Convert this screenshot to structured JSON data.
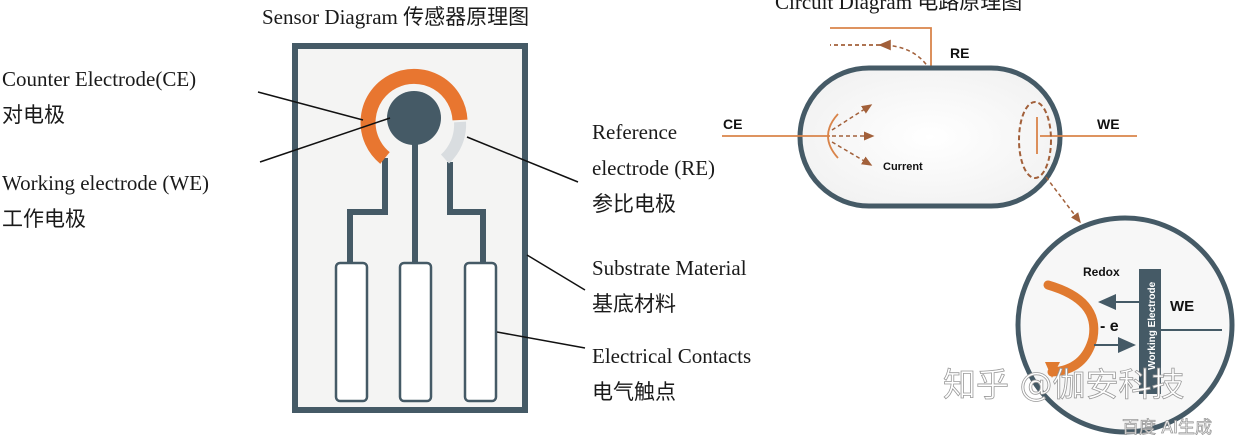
{
  "sensor_diagram": {
    "title": "Sensor Diagram 传感器原理图",
    "labels": {
      "counter_electrode_en": "Counter Electrode(CE)",
      "counter_electrode_zh": "对电极",
      "working_electrode_en": "Working electrode (WE)",
      "working_electrode_zh": "工作电极",
      "reference_electrode_en_1": "Reference",
      "reference_electrode_en_2": "electrode (RE)",
      "reference_electrode_zh": "参比电极",
      "substrate_en": "Substrate Material",
      "substrate_zh": "基底材料",
      "contacts_en": "Electrical Contacts",
      "contacts_zh": "电气触点"
    },
    "contact_count": 3
  },
  "circuit_diagram": {
    "title": "Circuit Diagram 电路原理图",
    "labels": {
      "ce": "CE",
      "re": "RE",
      "we": "WE",
      "current": "Current"
    }
  },
  "detail_inset": {
    "labels": {
      "redox": "Redox",
      "electron": "- e",
      "electrode_bar": "Working Electrode",
      "we": "WE"
    }
  },
  "watermark": {
    "main": "知乎 @伽安科技",
    "secondary": "百度 AI生成"
  },
  "colors": {
    "dark_slate": "#455a66",
    "orange": "#e87630",
    "light_gray": "#d9dde0",
    "line_orange": "#d9844a",
    "dashed_brown": "#a2603a",
    "substrate_fill": "#f4f4f3"
  }
}
